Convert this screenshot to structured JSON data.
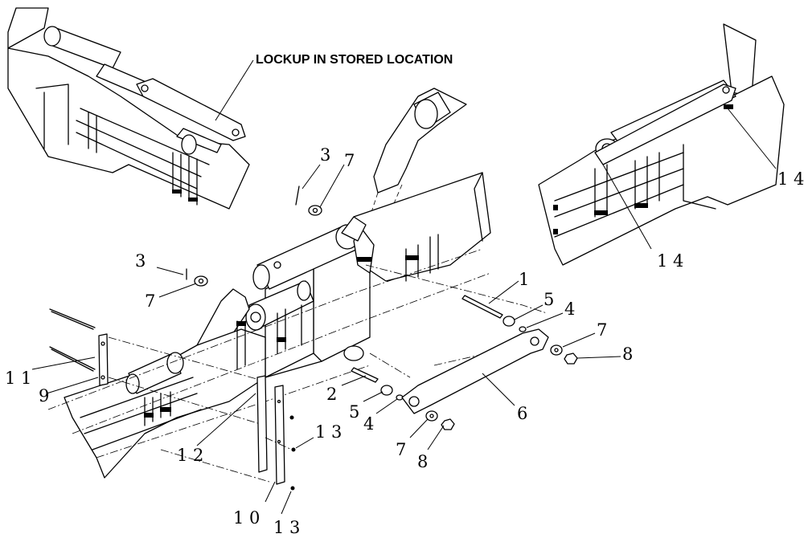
{
  "caption": "LOCKUP IN STORED LOCATION",
  "callouts": {
    "c1": "1",
    "c2": "2",
    "c3a": "3",
    "c3b": "3",
    "c4a": "4",
    "c4b": "4",
    "c5a": "5",
    "c5b": "5",
    "c6": "6",
    "c7a": "7",
    "c7b": "7",
    "c7c": "7",
    "c7d": "7",
    "c8a": "8",
    "c8b": "8",
    "c9": "9",
    "c10": "1 0",
    "c11": "1 1",
    "c12": "1 2",
    "c13a": "1 3",
    "c13b": "1 3",
    "c14a": "1 4",
    "c14b": "1 4"
  }
}
